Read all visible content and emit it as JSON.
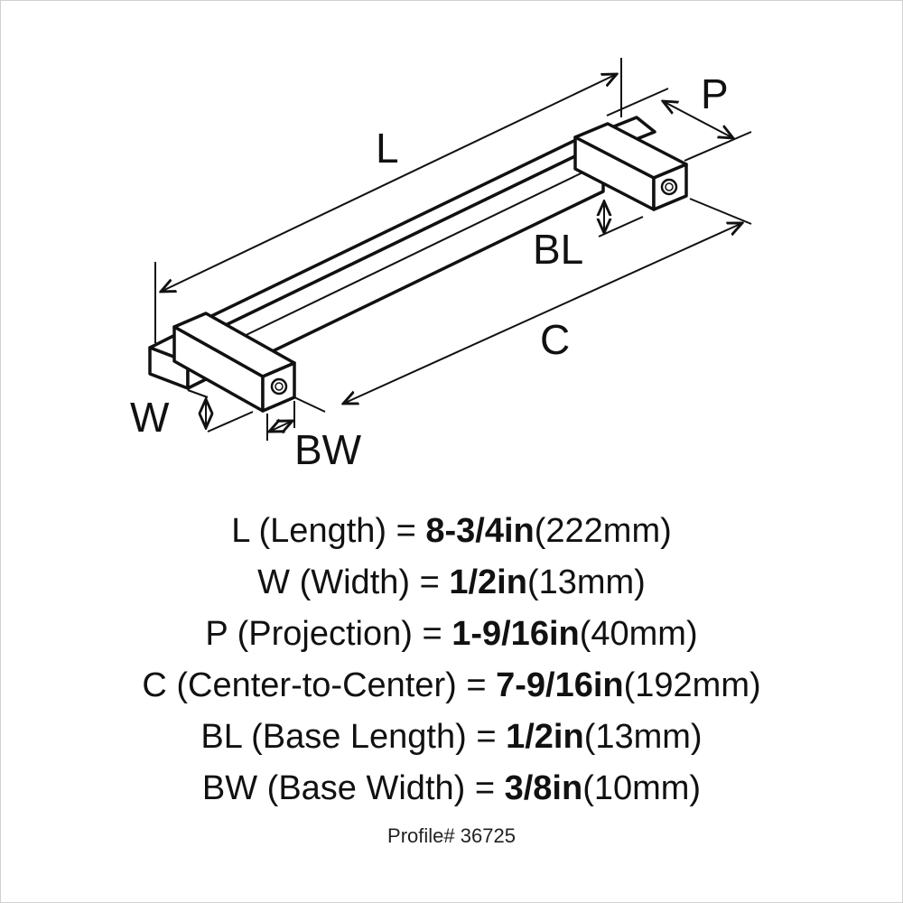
{
  "diagram": {
    "labels": {
      "L": "L",
      "P": "P",
      "BL": "BL",
      "C": "C",
      "W": "W",
      "BW": "BW"
    }
  },
  "specs": [
    {
      "key": "L",
      "desc": "(Length) = ",
      "imperial": "8-3/4in",
      "metric": "(222mm)"
    },
    {
      "key": "W",
      "desc": "(Width) = ",
      "imperial": "1/2in",
      "metric": "(13mm)"
    },
    {
      "key": "P",
      "desc": "(Projection) = ",
      "imperial": "1-9/16in",
      "metric": "(40mm)"
    },
    {
      "key": "C",
      "desc": "(Center-to-Center) = ",
      "imperial": "7-9/16in",
      "metric": "(192mm)"
    },
    {
      "key": "BL",
      "desc": "(Base Length) = ",
      "imperial": "1/2in",
      "metric": "(13mm)"
    },
    {
      "key": "BW",
      "desc": "(Base Width) = ",
      "imperial": "3/8in",
      "metric": "(10mm)"
    }
  ],
  "profile": "Profile# 36725"
}
